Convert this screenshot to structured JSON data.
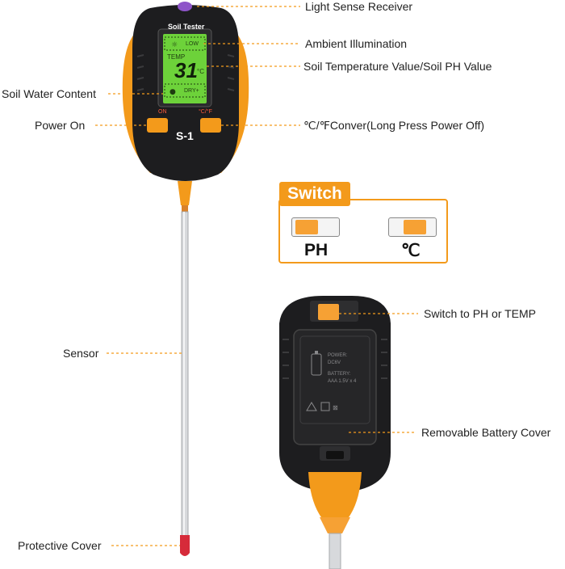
{
  "device": {
    "brand_label": "Soil Tester",
    "model": "S-1",
    "btn_on": "ON",
    "btn_unit": "°C/°F",
    "lcd": {
      "top": "LOW",
      "mid_label": "TEMP",
      "value": "31",
      "unit": "°C",
      "bottom": "DRY+"
    }
  },
  "callouts": {
    "light_sense": "Light Sense Receiver",
    "ambient": "Ambient Illumination",
    "soil_value": "Soil Temperature Value/Soil PH Value",
    "water": "Soil Water Content",
    "power_on": "Power On",
    "convert": "℃/℉Conver(Long Press Power Off)",
    "sensor": "Sensor",
    "protective": "Protective Cover",
    "switch_to": "Switch to PH or TEMP",
    "battery_cover": "Removable Battery Cover"
  },
  "switch_panel": {
    "title": "Switch",
    "option_ph": "PH",
    "option_temp": "℃"
  },
  "back_label": {
    "line1": "POWER:",
    "line2": "DC6V",
    "line3": "BATTERY:",
    "line4": "AAA 1.5V x 4"
  },
  "colors": {
    "accent": "#f39a1b",
    "body": "#1d1d1f",
    "lcd": "#6dd23a",
    "leader": "#f39a1b"
  }
}
